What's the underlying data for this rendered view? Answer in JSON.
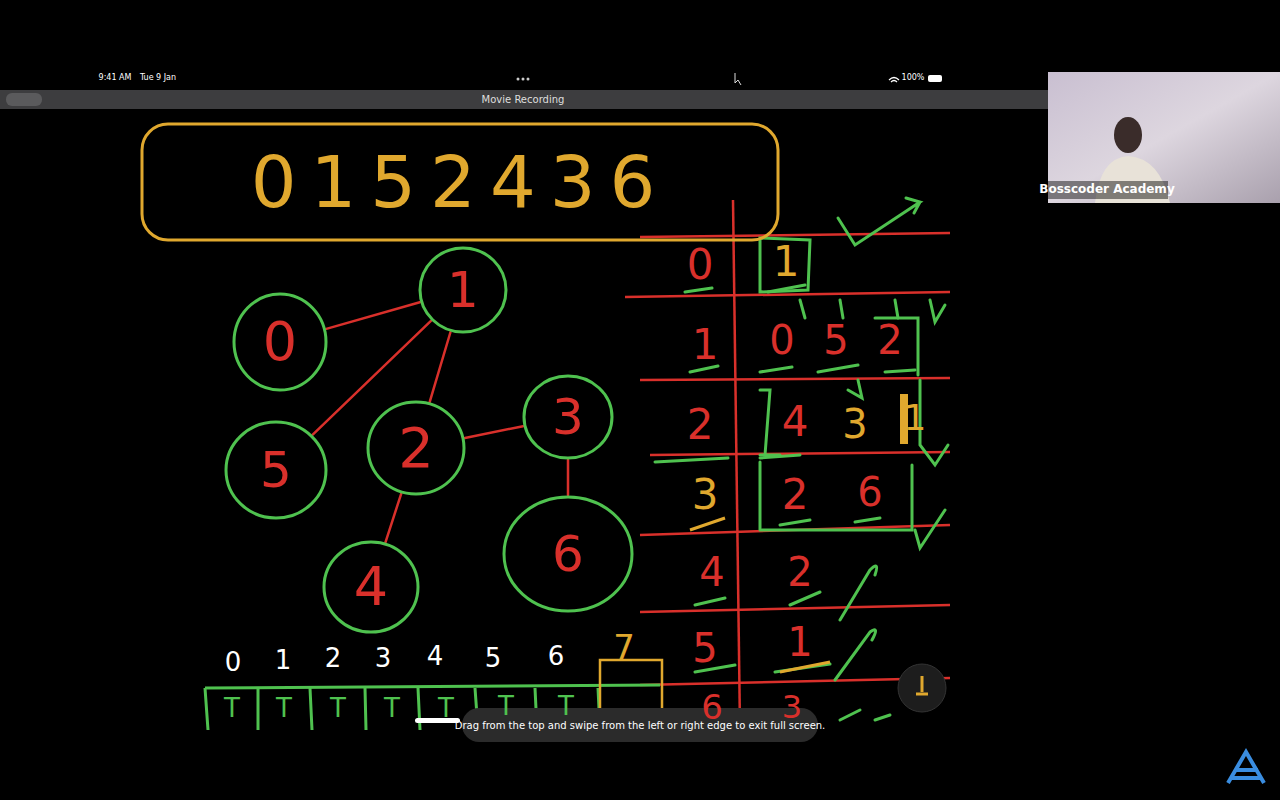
{
  "diagram": {
    "nodes": [
      {
        "text": [
          "0152436"
        ]
      },
      {
        "text": [
          "0"
        ]
      },
      {
        "text": [
          "1"
        ]
      },
      {
        "text": [
          "5"
        ]
      },
      {
        "text": [
          "2"
        ]
      },
      {
        "text": [
          "3"
        ]
      },
      {
        "text": [
          "4"
        ]
      },
      {
        "text": [
          "6"
        ]
      }
    ],
    "edges": [
      {
        "from": 1,
        "to": 2,
        "arrow": "none"
      },
      {
        "from": 2,
        "to": 3,
        "arrow": "none"
      },
      {
        "from": 2,
        "to": 4,
        "arrow": "none"
      },
      {
        "from": 4,
        "to": 5,
        "arrow": "none"
      },
      {
        "from": 4,
        "to": 6,
        "arrow": "none"
      },
      {
        "from": 5,
        "to": 7,
        "arrow": "none"
      }
    ],
    "labels": [
      "9:41 AM",
      "Tue 9 Jan",
      "Movie Recording",
      "100%",
      "Bosscoder Academy",
      "0",
      "1",
      "2",
      "3",
      "4",
      "5",
      "6",
      "1",
      "0",
      "5",
      "2",
      "4",
      "3",
      "1",
      "2",
      "6",
      "2",
      "1",
      "3",
      "0",
      "1",
      "2",
      "3",
      "4",
      "5",
      "6",
      "7",
      "T",
      "T",
      "T",
      "T",
      "T",
      "T",
      "T",
      "Drag from the top and swipe from the left or right edge to exit full screen."
    ]
  }
}
